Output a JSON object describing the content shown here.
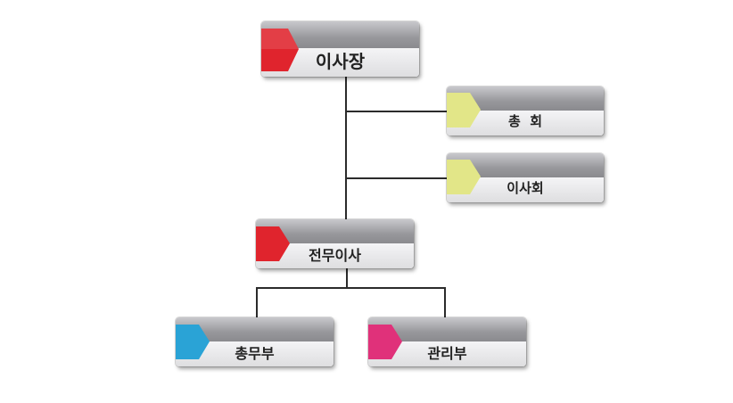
{
  "chart": {
    "nodes": [
      {
        "id": "chairman",
        "label": "이사장",
        "color": "#e0242d"
      },
      {
        "id": "general-meeting",
        "label": "총  회",
        "color": "#e2e688"
      },
      {
        "id": "board",
        "label": "이사회",
        "color": "#e2e688"
      },
      {
        "id": "executive-director",
        "label": "전무이사",
        "color": "#e0242d"
      },
      {
        "id": "general-affairs",
        "label": "총무부",
        "color": "#2aa3d6"
      },
      {
        "id": "management",
        "label": "관리부",
        "color": "#e0317a"
      }
    ]
  }
}
